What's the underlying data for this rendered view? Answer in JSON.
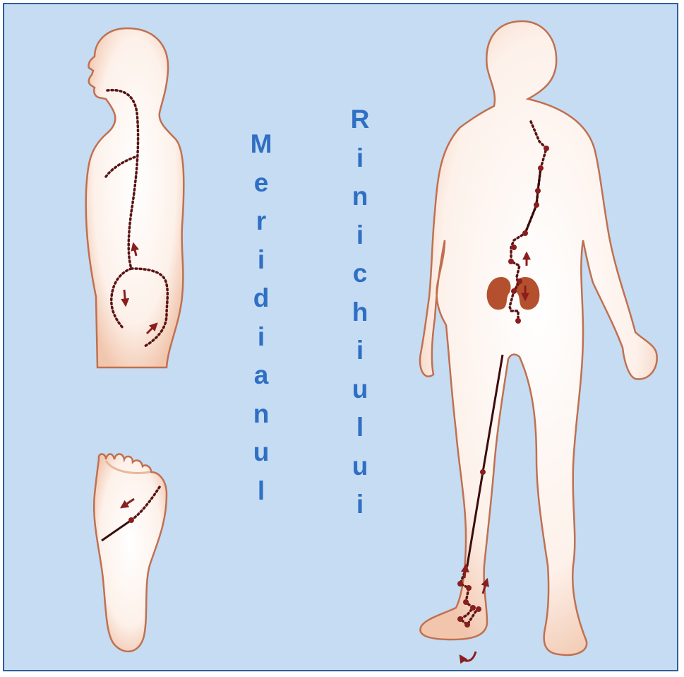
{
  "title": {
    "word1": "Meridianul",
    "word2": "Rinichiului"
  },
  "colors": {
    "background": "#c5dcf2",
    "border": "#2f5e9a",
    "title_text": "#2f6fc4",
    "body_fill": "#fdf6f1",
    "body_outline": "#b9643c",
    "meridian_line": "#5a1414",
    "meridian_point": "#8a1e1e",
    "kidney": "#b5502e"
  },
  "icons": [
    "side-body-figure",
    "foot-sole-figure",
    "front-body-figure",
    "kidney-icon",
    "direction-arrow-icon"
  ]
}
